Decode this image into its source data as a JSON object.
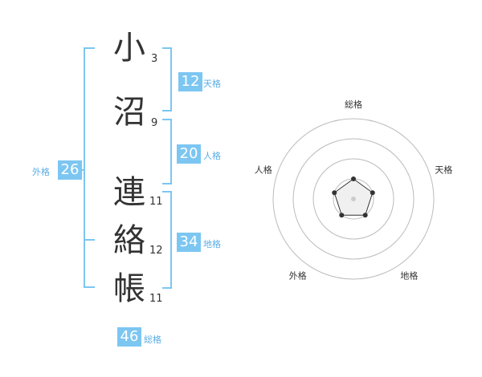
{
  "name_chars": [
    {
      "char": "小",
      "strokes": "3"
    },
    {
      "char": "沼",
      "strokes": "9"
    },
    {
      "char": "連",
      "strokes": "11"
    },
    {
      "char": "絡",
      "strokes": "12"
    },
    {
      "char": "帳",
      "strokes": "11"
    }
  ],
  "fortunes": {
    "tenkaku": {
      "value": "12",
      "label": "天格"
    },
    "jinkaku": {
      "value": "20",
      "label": "人格"
    },
    "chikaku": {
      "value": "34",
      "label": "地格"
    },
    "gaikaku": {
      "value": "26",
      "label": "外格"
    },
    "soukaku": {
      "value": "46",
      "label": "総格"
    }
  },
  "radar": {
    "axes": [
      "総格",
      "天格",
      "地格",
      "外格",
      "人格"
    ],
    "levels": 4,
    "max": 4,
    "values": [
      1,
      1,
      1,
      1,
      1
    ],
    "colors": {
      "accent": "#7cc6f2",
      "ring": "#bbbbbb",
      "polygon_fill": "#eeeeee",
      "point": "#333333"
    }
  }
}
